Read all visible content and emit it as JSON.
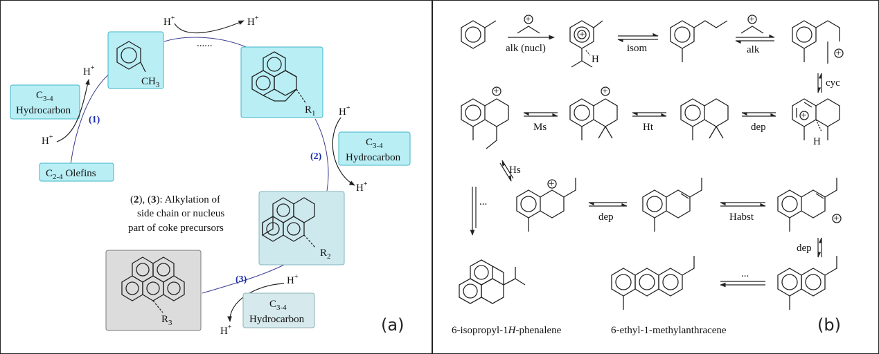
{
  "panel_a": {
    "label": "(a)",
    "h_plus": "H",
    "plus_sup": "+",
    "dots": "......",
    "ch3": "CH",
    "ch3_sub": "3",
    "r1": "R",
    "r1_sub": "1",
    "r2": "R",
    "r2_sub": "2",
    "r3": "R",
    "r3_sub": "3",
    "hydro_c": "C",
    "hydro_sub": "3-4",
    "hydro_word": "Hydrocarbon",
    "olefin_c": "C",
    "olefin_sub": "2-4",
    "olefin_word": " Olefins",
    "step1": "(1)",
    "step2": "(2)",
    "step3": "(3)",
    "note_line1_a": "(",
    "note_line1_b": "2",
    "note_line1_c": "), (",
    "note_line1_d": "3",
    "note_line1_e": "): Alkylation of",
    "note_line2": "side chain or nucleus",
    "note_line3": "part of coke precursors"
  },
  "panel_b": {
    "label": "(b)",
    "alk_nucl": "alk (nucl)",
    "isom": "isom",
    "alk": "alk",
    "cyc": "cyc",
    "ms": "Ms",
    "ht": "Ht",
    "dep1": "dep",
    "hs": "Hs",
    "dep2": "dep",
    "habst": "Habst",
    "dep3": "dep",
    "dots_v": "...",
    "dots_h": "...",
    "h_label": "H",
    "plus": "+",
    "product1_a": "6-isopropyl-1",
    "product1_b": "H",
    "product1_c": "-phenalene",
    "product2": "6-ethyl-1-methylanthracene"
  }
}
